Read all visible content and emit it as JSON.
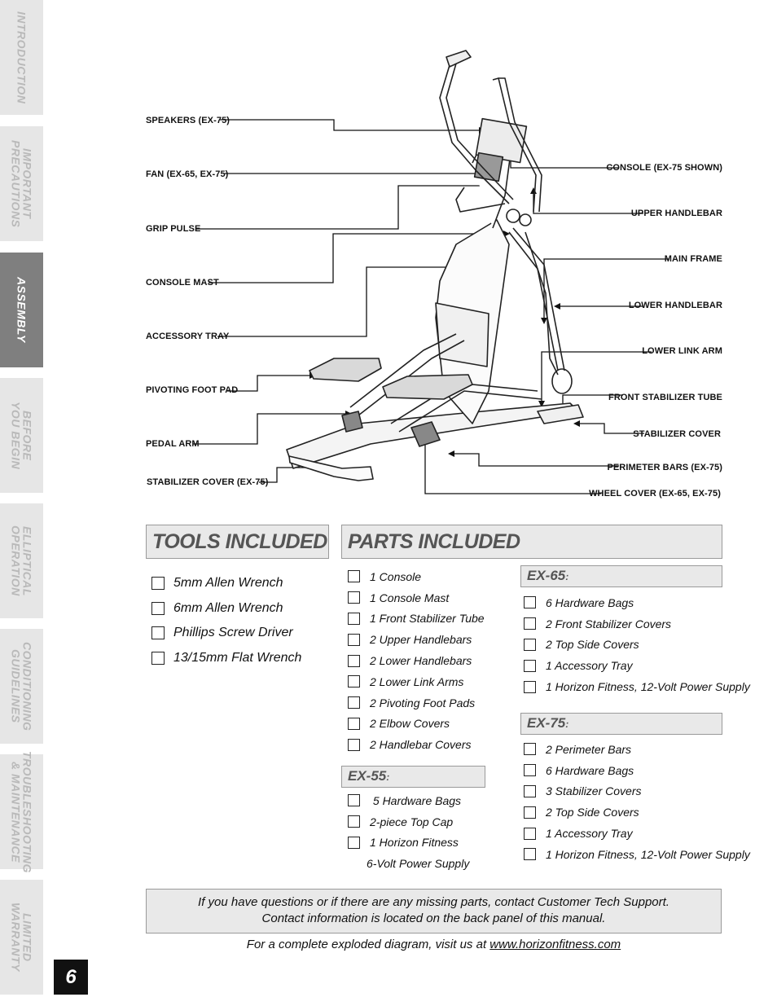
{
  "side_tabs": [
    {
      "label": "INTRODUCTION",
      "active": false
    },
    {
      "label": "IMPORTANT\nPRECAUTIONS",
      "active": false
    },
    {
      "label": "ASSEMBLY",
      "active": true
    },
    {
      "label": "BEFORE\nYOU BEGIN",
      "active": false
    },
    {
      "label": "ELLIPTICAL\nOPERATION",
      "active": false
    },
    {
      "label": "CONDITIONING\nGUIDELINES",
      "active": false
    },
    {
      "label": "TROUBLESHOOTING\n& MAINTENANCE",
      "active": false
    },
    {
      "label": "LIMITED\nWARRANTY",
      "active": false
    }
  ],
  "page_number": "6",
  "diagram": {
    "left_labels": [
      "SPEAKERS (EX-75)",
      "FAN (EX-65, EX-75)",
      "GRIP PULSE",
      "CONSOLE MAST",
      "ACCESSORY TRAY",
      "PIVOTING FOOT PAD",
      "PEDAL ARM",
      "STABILIZER COVER (EX-75)"
    ],
    "right_labels": [
      "CONSOLE (EX-75 SHOWN)",
      "UPPER HANDLEBAR",
      "MAIN FRAME",
      "LOWER HANDLEBAR",
      "LOWER LINK ARM",
      "FRONT STABILIZER TUBE",
      "STABILIZER COVER",
      "PERIMETER BARS (EX-75)",
      "WHEEL COVER (EX-65, EX-75)"
    ]
  },
  "tools": {
    "title": "TOOLS INCLUDED",
    "items": [
      "5mm Allen Wrench",
      "6mm Allen Wrench",
      "Phillips Screw Driver",
      "13/15mm Flat Wrench"
    ]
  },
  "parts": {
    "title": "PARTS INCLUDED",
    "common": [
      "1 Console",
      "1 Console Mast",
      "1 Front Stabilizer Tube",
      "2 Upper Handlebars",
      "2 Lower Handlebars",
      "2 Lower Link Arms",
      "2 Pivoting Foot Pads",
      "2 Elbow Covers",
      "2 Handlebar Covers"
    ],
    "ex55": {
      "title": "EX-55",
      "items": [
        " 5 Hardware Bags",
        "2-piece Top Cap",
        "1 Horizon Fitness"
      ],
      "continuation": "6-Volt Power Supply"
    },
    "ex65": {
      "title": "EX-65",
      "items": [
        "6 Hardware Bags",
        "2 Front Stabilizer Covers",
        "2 Top Side Covers",
        "1 Accessory Tray",
        "1 Horizon Fitness, 12-Volt Power Supply"
      ]
    },
    "ex75": {
      "title": "EX-75",
      "items": [
        "2 Perimeter Bars",
        "6 Hardware Bags",
        "3 Stabilizer Covers",
        "2 Top Side Covers",
        "1 Accessory Tray",
        "1 Horizon Fitness, 12-Volt Power Supply"
      ]
    }
  },
  "info": {
    "line1": "If you have questions or if there are any missing parts, contact Customer Tech Support.",
    "line2": "Contact information is located on the back panel of this manual."
  },
  "footer": {
    "text": "For a complete exploded diagram, visit us at ",
    "link": "www.horizonfitness.com"
  }
}
